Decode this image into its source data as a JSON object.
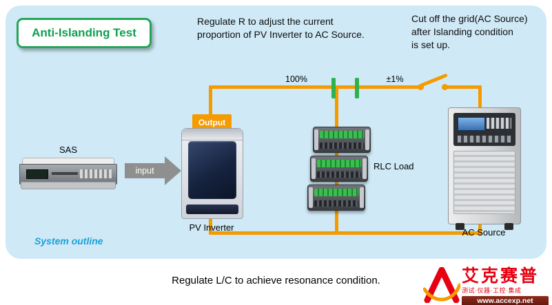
{
  "header": {
    "title": "Anti-Islanding Test",
    "note_regulate_r": [
      "Regulate R to adjust the current",
      "proportion of PV Inverter to AC Source."
    ],
    "note_cutoff": [
      "Cut off the grid(AC Source)",
      "after Islanding condition",
      "is set up."
    ]
  },
  "diagram": {
    "devices": {
      "sas": {
        "label": "SAS"
      },
      "pv_inverter": {
        "label": "PV Inverter"
      },
      "rlc_load": {
        "label": "RLC Load"
      },
      "ac_source": {
        "label": "AC Source"
      }
    },
    "wiring": {
      "input_label": "input",
      "output_label": "Output",
      "ratio_100": "100%",
      "ratio_tolerance": "±1%"
    },
    "caption": "System outline"
  },
  "footer": {
    "note": "Regulate L/C to achieve resonance condition."
  },
  "logo": {
    "brand": "艾克赛普",
    "tagline": "测试·仪器·工控·集成",
    "url": "www.accexp.net"
  },
  "colors": {
    "panel_bg": "#cfe9f6",
    "wire_orange": "#f59b00",
    "probe_green": "#2fb14b",
    "title_green": "#0ba04f",
    "caption_blue": "#1aa0d9",
    "brand_red": "#e60012"
  }
}
